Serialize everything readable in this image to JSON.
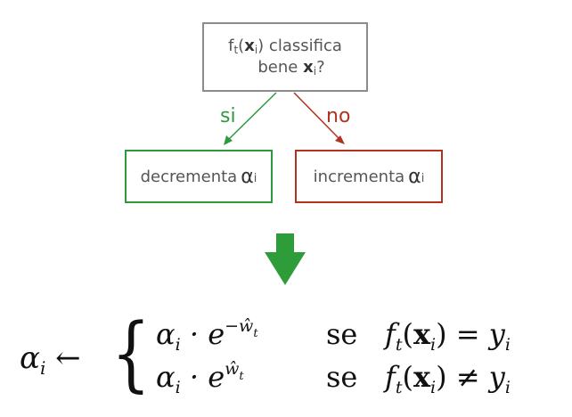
{
  "question": {
    "f": "f",
    "t": "t",
    "open": "(",
    "x": "x",
    "i": "i",
    "close": ")",
    "rest": " classifica",
    "bene": "bene ",
    "q": "?"
  },
  "branches": {
    "yes_label": "si",
    "no_label": "no"
  },
  "actions": {
    "decrease": "decrementa",
    "increase": "incrementa",
    "alpha": "α",
    "i": "i"
  },
  "formula": {
    "lhs_alpha": "α",
    "lhs_i": "i",
    "arrow": " ← ",
    "brace": "{",
    "row1": {
      "alpha": "α",
      "i": "i",
      "dot": " · e",
      "exp": "−ŵ",
      "exp_t": "t",
      "se": "se",
      "f": "f",
      "t": "t",
      "open": "(",
      "x": "x",
      "xi": "i",
      "close": ")",
      "rel": " = ",
      "y": "y",
      "yi": "i"
    },
    "row2": {
      "alpha": "α",
      "i": "i",
      "dot": " · e",
      "exp": "ŵ",
      "exp_t": "t",
      "se": "se",
      "f": "f",
      "t": "t",
      "open": "(",
      "x": "x",
      "xi": "i",
      "close": ")",
      "rel": " ≠ ",
      "y": "y",
      "yi": "i"
    }
  },
  "colors": {
    "green": "#2e9a3e",
    "red": "#b1331f",
    "gray": "#8c8c8c",
    "big_arrow": "#2f9c3a"
  }
}
